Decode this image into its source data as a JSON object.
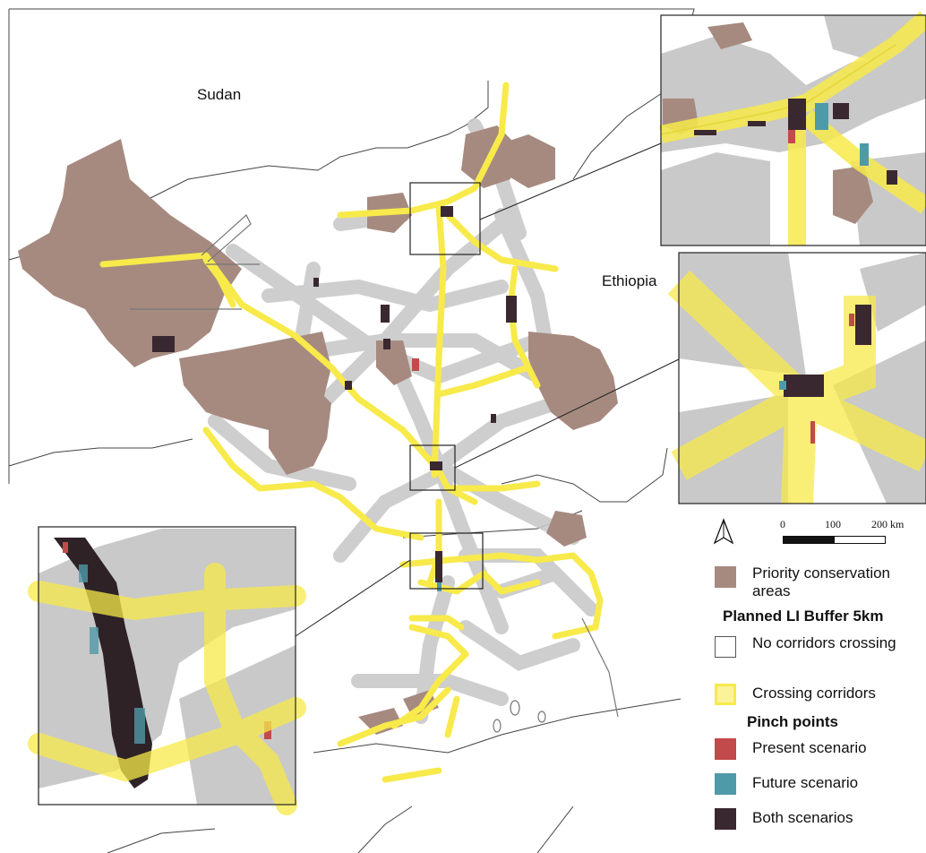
{
  "labels": {
    "sudan": "Sudan",
    "ethiopia": "Ethiopia"
  },
  "scalebar": {
    "tick0": "0",
    "tick1": "100",
    "tick2": "200 km"
  },
  "legend": {
    "priority": "Priority conservation areas",
    "planned_heading": "Planned LI Buffer 5km",
    "no_corridors": "No corridors crossing",
    "crossing": "Crossing corridors",
    "pinch_heading": "Pinch points",
    "present": "Present scenario",
    "future": "Future scenario",
    "both": "Both scenarios"
  },
  "colors": {
    "priority": "#a68a80",
    "corridor_grey": "#c9c9c9",
    "crossing_yellow": "#f7ea4a",
    "crossing_fill": "#fbf29a",
    "present": "#c24a4a",
    "future": "#4f9aa8",
    "both": "#3a2830"
  },
  "icons": {
    "north_arrow": "north-arrow-icon"
  }
}
